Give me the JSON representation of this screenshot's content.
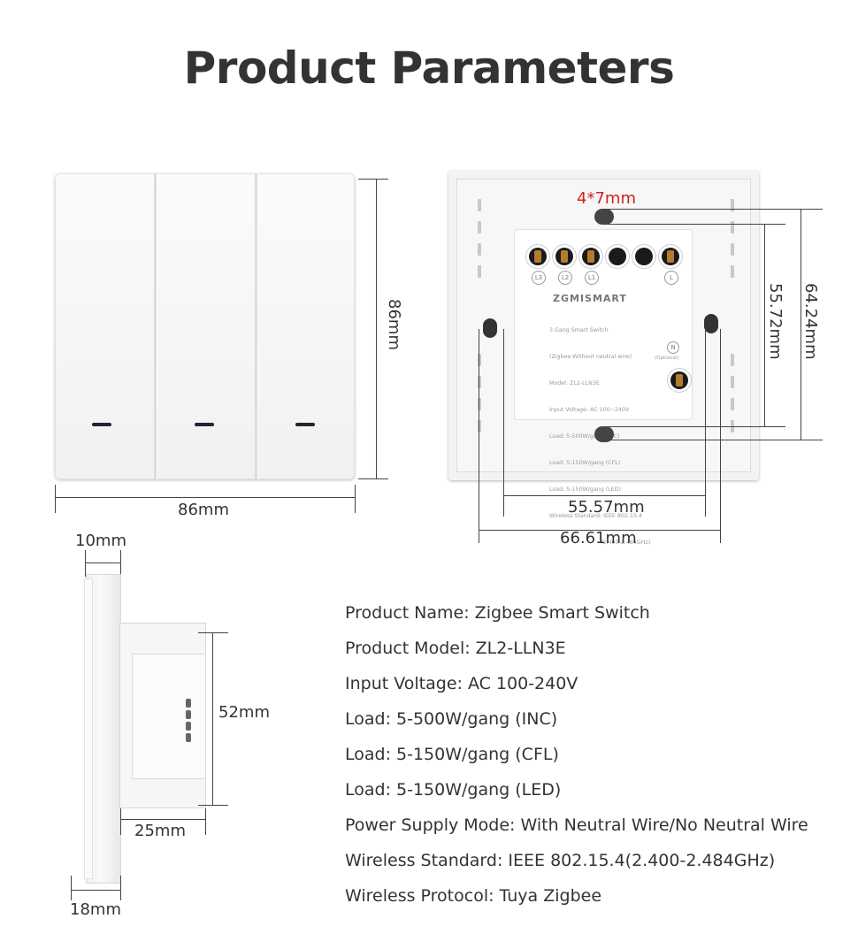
{
  "title": "Product Parameters",
  "front": {
    "width_label": "86mm",
    "height_label": "86mm"
  },
  "back": {
    "hole_label": "4*7mm",
    "vertical_inner_label": "55.72mm",
    "vertical_outer_label": "64.24mm",
    "horizontal_inner_label": "55.57mm",
    "horizontal_outer_label": "66.61mm",
    "terminal_labels": [
      "L3",
      "L2",
      "L1",
      "L"
    ],
    "neutral_label": "N",
    "neutral_note": "(Optional)",
    "brand": "ZGMISMART",
    "module_spec_lines": [
      "3 Gang Smart Switch",
      "(Zigbee-Without neutral wire)",
      "Model: ZL2-LLN3E",
      "Input Voltage: AC 100~240V",
      "Load: 5-500W/gang (INC)",
      "Load: 5-150W/gang (CFL)",
      "Load: 5-150W/gang (LED)",
      "Wireless Standard: IEEE 802.15.4",
      "(2.400-2.484GHz)"
    ]
  },
  "side": {
    "top_label": "10mm",
    "depth_label": "52mm",
    "box_label": "25mm",
    "bottom_label": "18mm"
  },
  "specs": [
    "Product Name: Zigbee Smart Switch",
    "Product Model: ZL2-LLN3E",
    "Input Voltage: AC 100-240V",
    "Load: 5-500W/gang (INC)",
    "Load: 5-150W/gang (CFL)",
    "Load: 5-150W/gang (LED)",
    "Power Supply Mode: With Neutral Wire/No Neutral Wire",
    "Wireless Standard: IEEE 802.15.4(2.400-2.484GHz)",
    "Wireless Protocol: Tuya Zigbee"
  ]
}
